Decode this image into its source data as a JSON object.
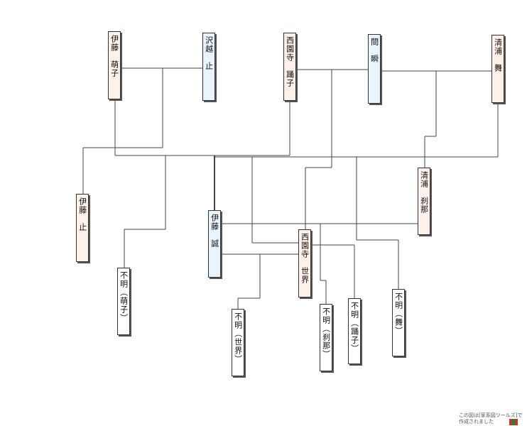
{
  "people": [
    {
      "id": "itou-moeko",
      "name": "伊藤　萌子",
      "sex": "female"
    },
    {
      "id": "sawagoe-tome",
      "name": "沢越　止",
      "sex": "male"
    },
    {
      "id": "saionji-odoriko",
      "name": "西園寺　踊子",
      "sex": "female"
    },
    {
      "id": "ma-shun",
      "name": "間　瞬",
      "sex": "male"
    },
    {
      "id": "kiyoura-mai",
      "name": "清浦　舞",
      "sex": "female"
    },
    {
      "id": "itou-tomaru",
      "name": "伊藤　止",
      "sex": "female"
    },
    {
      "id": "itou-makoto",
      "name": "伊藤　誠",
      "sex": "male"
    },
    {
      "id": "kiyoura-setsuna",
      "name": "清浦　刹那",
      "sex": "female"
    },
    {
      "id": "saionji-sekai",
      "name": "西園寺　世界",
      "sex": "female"
    },
    {
      "id": "unknown-moeko",
      "name": "不明（萌子）",
      "sex": "unknown"
    },
    {
      "id": "unknown-sekai",
      "name": "不明（世界）",
      "sex": "unknown"
    },
    {
      "id": "unknown-setsuna",
      "name": "不明（刹那）",
      "sex": "unknown"
    },
    {
      "id": "unknown-odoriko",
      "name": "不明（踊子）",
      "sex": "unknown"
    },
    {
      "id": "unknown-mai",
      "name": "不明（舞）",
      "sex": "unknown"
    }
  ],
  "credit": {
    "line1": "この図は[家系図ツールズ]で",
    "line2": "作成されました"
  },
  "colors": {
    "female_fill": "#fdf1ea",
    "male_fill": "#eaf4fc",
    "unknown_fill": "#ffffff",
    "line": "#444444"
  }
}
